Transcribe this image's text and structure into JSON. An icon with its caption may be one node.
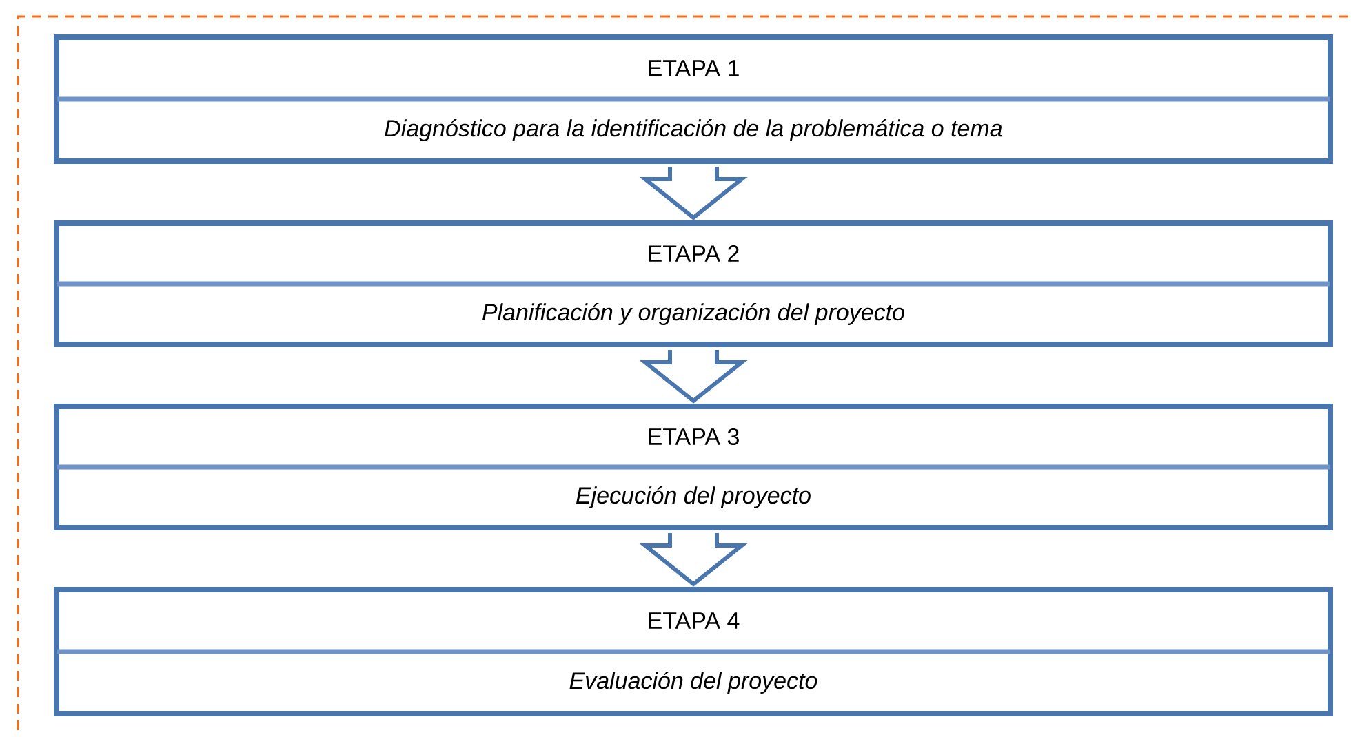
{
  "diagram": {
    "nodes": [
      {
        "text": [
          "ETAPA 1",
          "Diagnóstico para la identificación de la problemática o tema"
        ]
      },
      {
        "text": [
          "ETAPA 2",
          "Planificación y organización del proyecto"
        ]
      },
      {
        "text": [
          "ETAPA 3",
          "Ejecución del proyecto"
        ]
      },
      {
        "text": [
          "ETAPA 4",
          "Evaluación del proyecto"
        ]
      }
    ],
    "edges": [
      {
        "from": 0,
        "to": 1,
        "arrow": "to"
      },
      {
        "from": 1,
        "to": 2,
        "arrow": "to"
      },
      {
        "from": 2,
        "to": 3,
        "arrow": "to"
      }
    ]
  }
}
